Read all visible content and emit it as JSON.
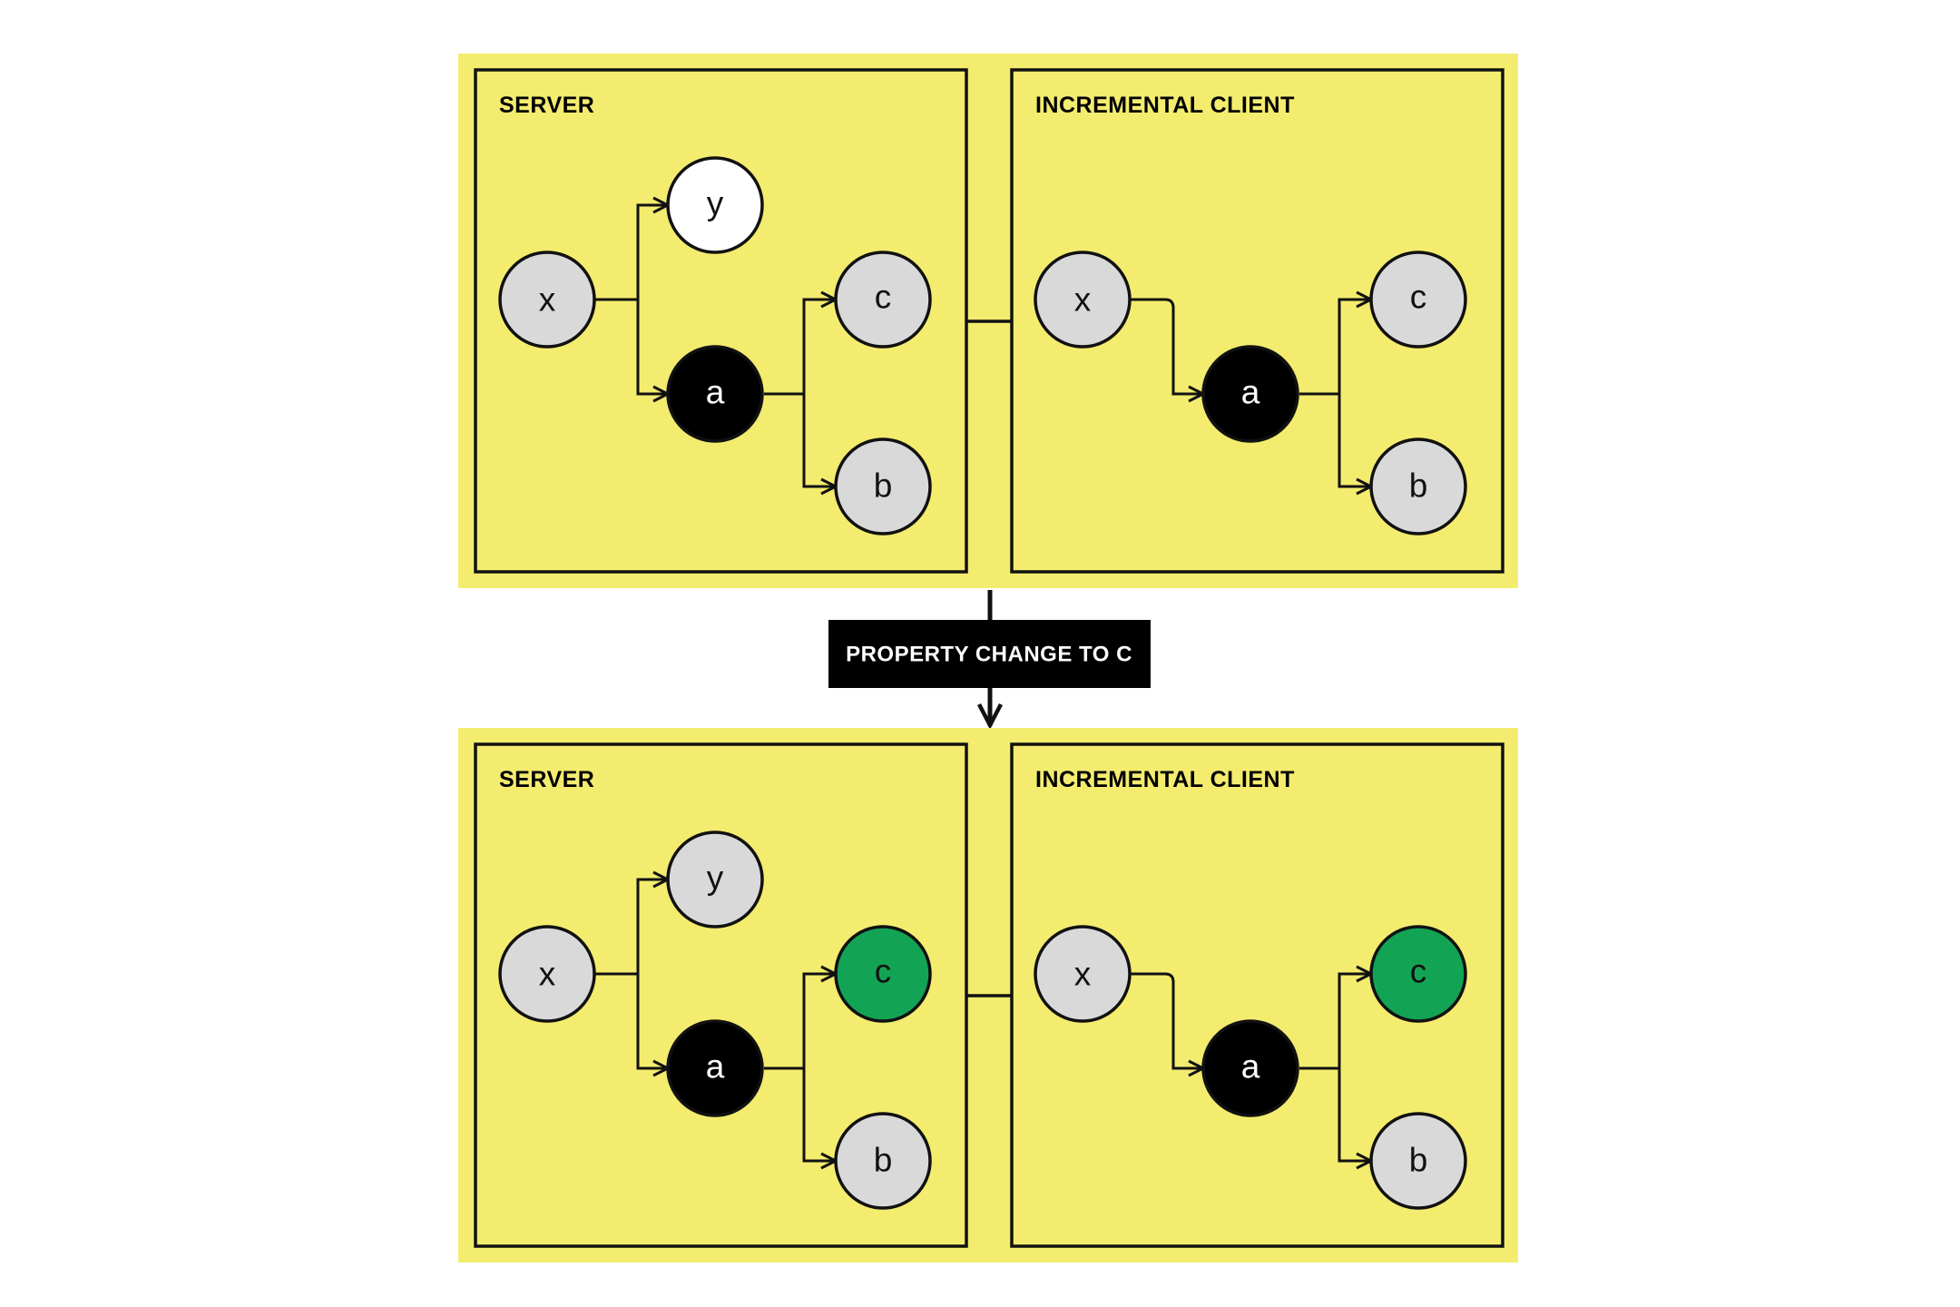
{
  "colors": {
    "background": "#ffffff",
    "frame": "#f3ec6f",
    "stroke": "#111111",
    "node_default": "#d9d9d9",
    "node_dark": "#000000",
    "node_light": "#ffffff",
    "node_changed": "#12a454"
  },
  "change_label": "PROPERTY CHANGE TO C",
  "states": [
    {
      "panels": [
        {
          "title": "SERVER",
          "nodes": {
            "x": {
              "label": "x",
              "fill": "default"
            },
            "y": {
              "label": "y",
              "fill": "light"
            },
            "a": {
              "label": "a",
              "fill": "dark"
            },
            "c": {
              "label": "c",
              "fill": "default"
            },
            "b": {
              "label": "b",
              "fill": "default"
            }
          }
        },
        {
          "title": "INCREMENTAL CLIENT",
          "nodes": {
            "x": {
              "label": "x",
              "fill": "default"
            },
            "a": {
              "label": "a",
              "fill": "dark"
            },
            "c": {
              "label": "c",
              "fill": "default"
            },
            "b": {
              "label": "b",
              "fill": "default"
            }
          }
        }
      ]
    },
    {
      "panels": [
        {
          "title": "SERVER",
          "nodes": {
            "x": {
              "label": "x",
              "fill": "default"
            },
            "y": {
              "label": "y",
              "fill": "default"
            },
            "a": {
              "label": "a",
              "fill": "dark"
            },
            "c": {
              "label": "c",
              "fill": "changed"
            },
            "b": {
              "label": "b",
              "fill": "default"
            }
          }
        },
        {
          "title": "INCREMENTAL CLIENT",
          "nodes": {
            "x": {
              "label": "x",
              "fill": "default"
            },
            "a": {
              "label": "a",
              "fill": "dark"
            },
            "c": {
              "label": "c",
              "fill": "changed"
            },
            "b": {
              "label": "b",
              "fill": "default"
            }
          }
        }
      ]
    }
  ]
}
